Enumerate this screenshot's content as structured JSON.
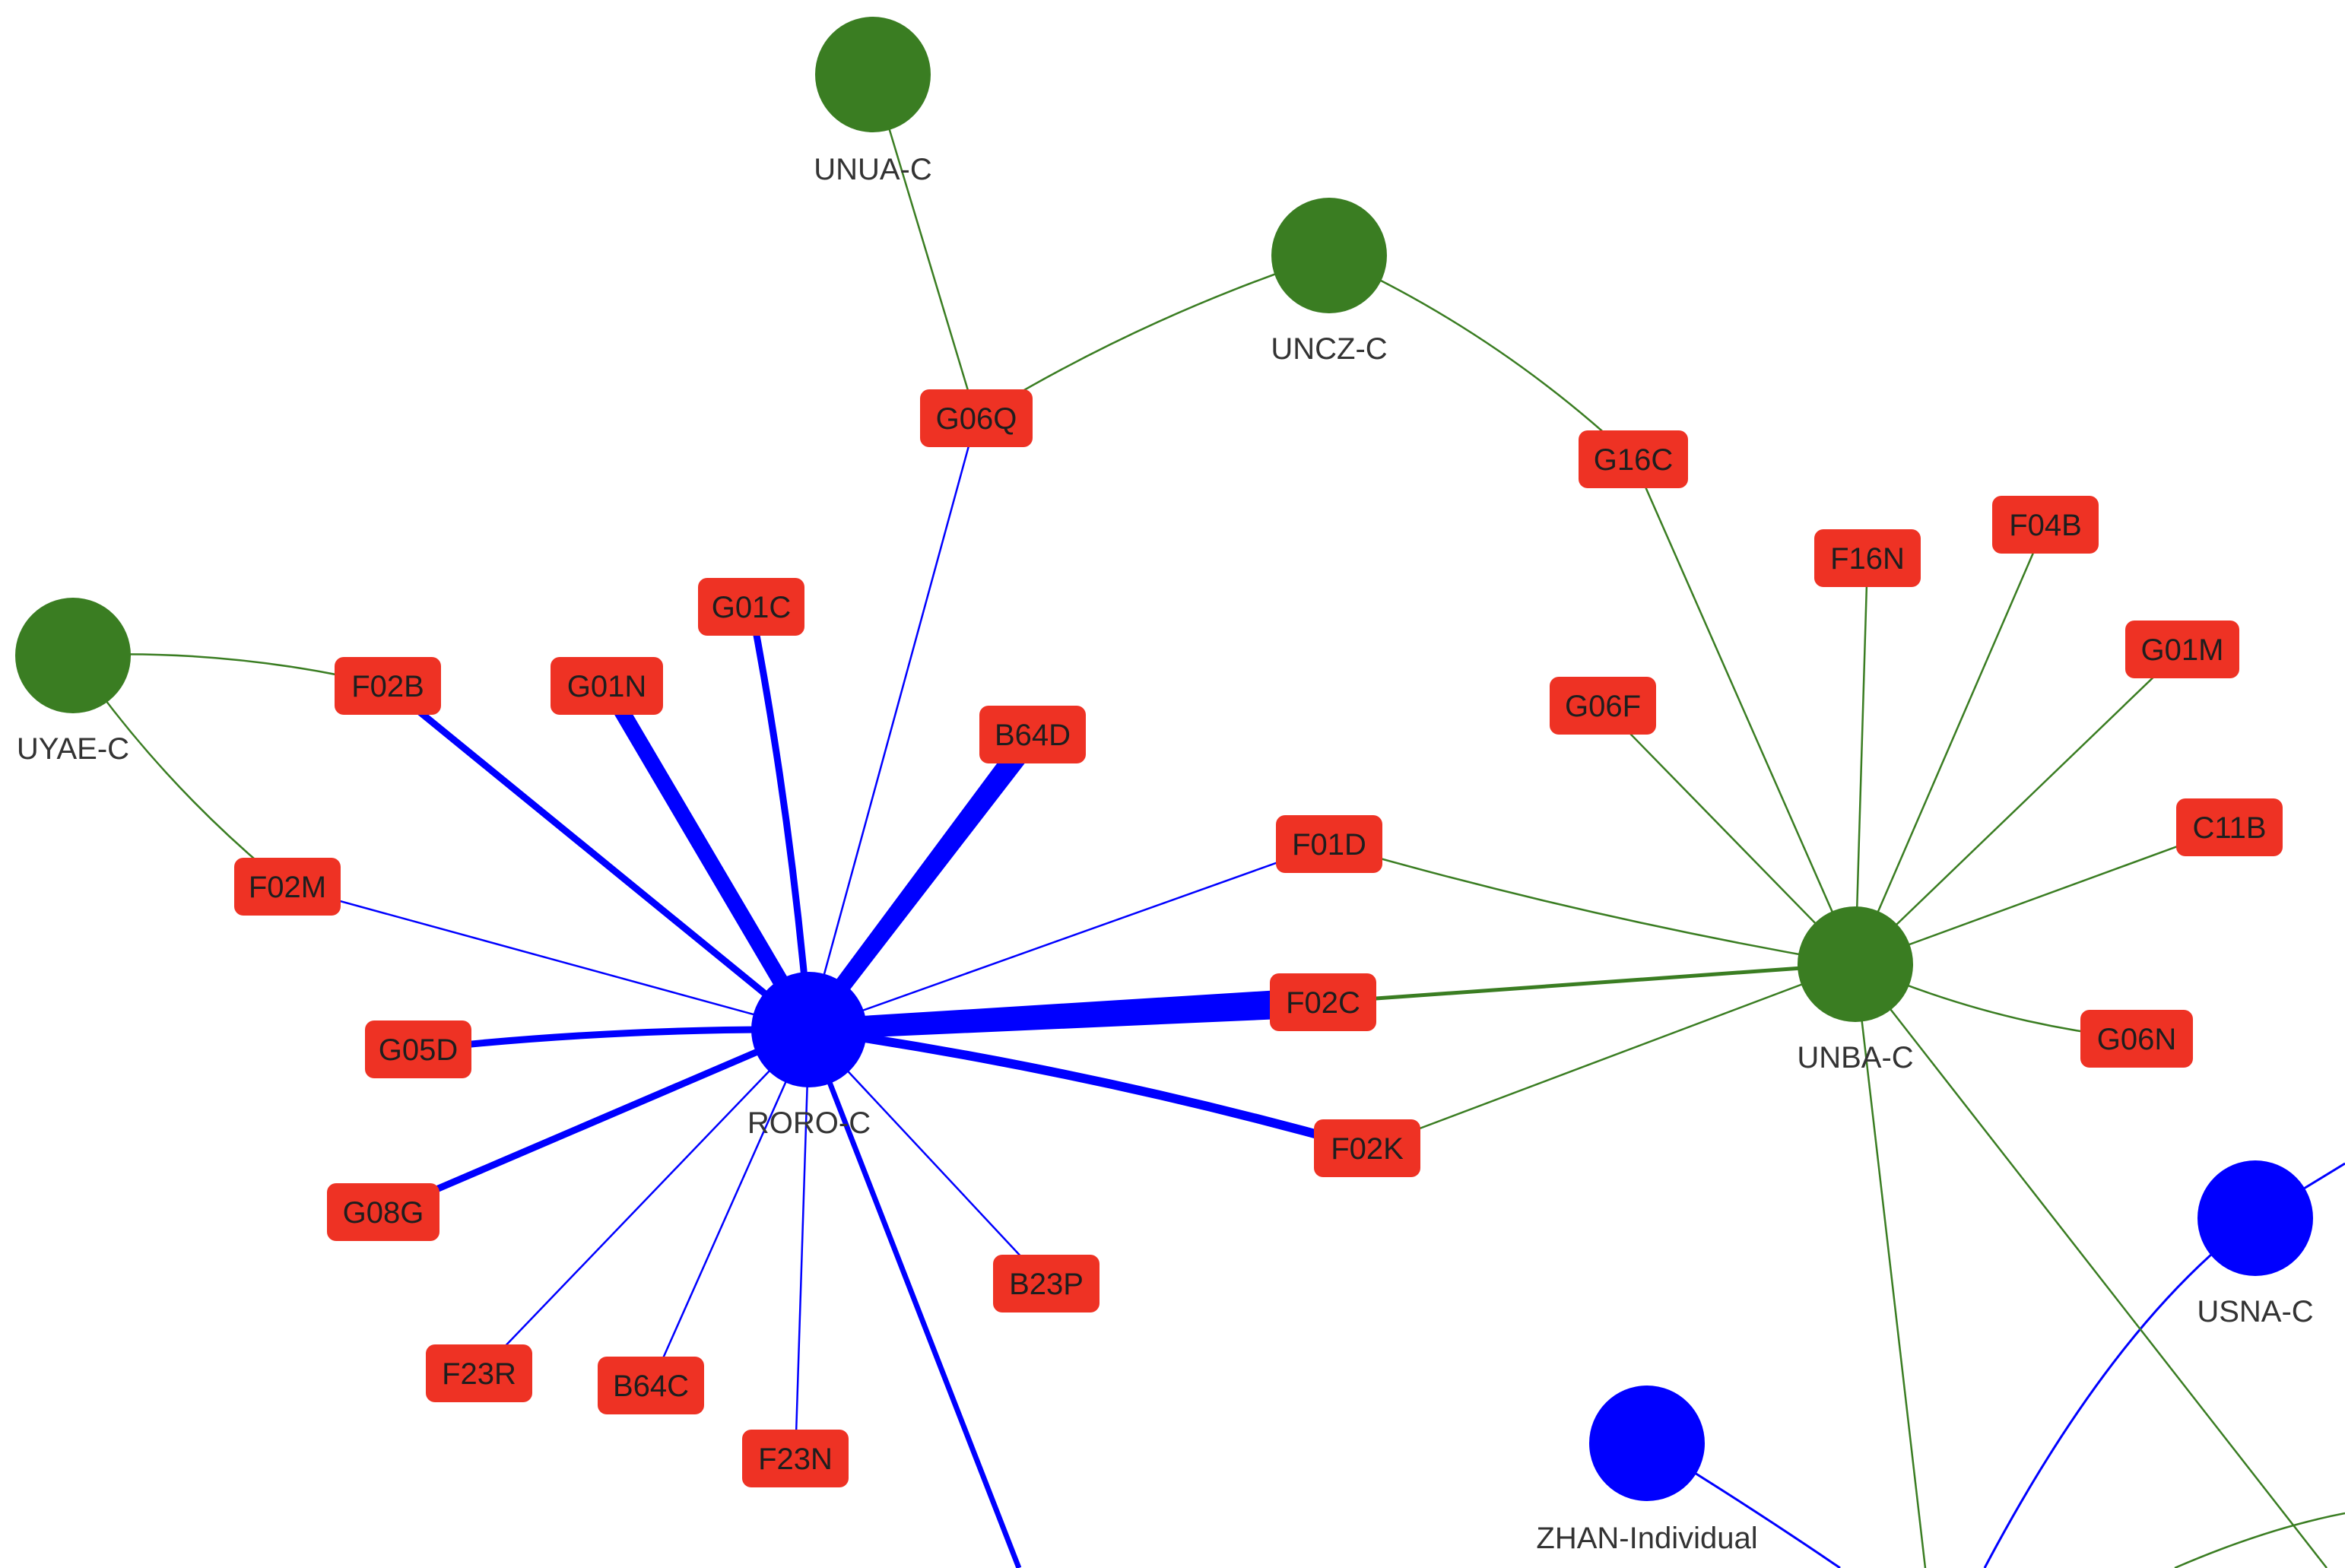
{
  "colors": {
    "company": "#3a7d22",
    "applicant": "#0000ff",
    "class_box": "#ee3224",
    "class_text": "#1e1e1e",
    "label_text": "#333333"
  },
  "nodes": [
    {
      "id": "UNUA-C",
      "label": "UNUA-C",
      "group": "company"
    },
    {
      "id": "UNCZ-C",
      "label": "UNCZ-C",
      "group": "company"
    },
    {
      "id": "UYAE-C",
      "label": "UYAE-C",
      "group": "company"
    },
    {
      "id": "RORO-C",
      "label": "RORO-C",
      "group": "applicant"
    },
    {
      "id": "UNBA-C",
      "label": "UNBA-C",
      "group": "company"
    },
    {
      "id": "USNA-C",
      "label": "USNA-C",
      "group": "applicant"
    },
    {
      "id": "ZHAN-Individual",
      "label": "ZHAN-Individual",
      "group": "applicant"
    }
  ],
  "classes": [
    {
      "id": "G06Q",
      "label": "G06Q"
    },
    {
      "id": "G16C",
      "label": "G16C"
    },
    {
      "id": "F16N",
      "label": "F16N"
    },
    {
      "id": "F04B",
      "label": "F04B"
    },
    {
      "id": "G01C",
      "label": "G01C"
    },
    {
      "id": "G01M",
      "label": "G01M"
    },
    {
      "id": "F02B",
      "label": "F02B"
    },
    {
      "id": "G01N",
      "label": "G01N"
    },
    {
      "id": "G06F",
      "label": "G06F"
    },
    {
      "id": "B64D",
      "label": "B64D"
    },
    {
      "id": "C11B",
      "label": "C11B"
    },
    {
      "id": "F01D",
      "label": "F01D"
    },
    {
      "id": "F02M",
      "label": "F02M"
    },
    {
      "id": "F02C",
      "label": "F02C"
    },
    {
      "id": "G06N",
      "label": "G06N"
    },
    {
      "id": "G05D",
      "label": "G05D"
    },
    {
      "id": "F02K",
      "label": "F02K"
    },
    {
      "id": "G08G",
      "label": "G08G"
    },
    {
      "id": "B23P",
      "label": "B23P"
    },
    {
      "id": "F23R",
      "label": "F23R"
    },
    {
      "id": "B64C",
      "label": "B64C"
    },
    {
      "id": "F23N",
      "label": "F23N"
    }
  ],
  "edges": [
    {
      "source": "RORO-C",
      "target": "B64D",
      "weight": 10
    },
    {
      "source": "RORO-C",
      "target": "G01N",
      "weight": 7
    },
    {
      "source": "RORO-C",
      "target": "F02C",
      "weight": 13
    },
    {
      "source": "RORO-C",
      "target": "F02K",
      "weight": 4
    },
    {
      "source": "RORO-C",
      "target": "F02B",
      "weight": 3
    },
    {
      "source": "RORO-C",
      "target": "G01C",
      "weight": 3
    },
    {
      "source": "RORO-C",
      "target": "G05D",
      "weight": 3
    },
    {
      "source": "RORO-C",
      "target": "G08G",
      "weight": 3
    },
    {
      "source": "RORO-C",
      "target": "G06Q",
      "weight": 1
    },
    {
      "source": "RORO-C",
      "target": "F02M",
      "weight": 1
    },
    {
      "source": "RORO-C",
      "target": "F01D",
      "weight": 1
    },
    {
      "source": "RORO-C",
      "target": "B23P",
      "weight": 1
    },
    {
      "source": "RORO-C",
      "target": "F23R",
      "weight": 1
    },
    {
      "source": "RORO-C",
      "target": "B64C",
      "weight": 1
    },
    {
      "source": "RORO-C",
      "target": "F23N",
      "weight": 1
    },
    {
      "source": "UNUA-C",
      "target": "G06Q",
      "weight": 1
    },
    {
      "source": "UNCZ-C",
      "target": "G06Q",
      "weight": 1
    },
    {
      "source": "UNCZ-C",
      "target": "G16C",
      "weight": 1
    },
    {
      "source": "UYAE-C",
      "target": "F02B",
      "weight": 1
    },
    {
      "source": "UYAE-C",
      "target": "F02M",
      "weight": 1
    },
    {
      "source": "UNBA-C",
      "target": "G16C",
      "weight": 1
    },
    {
      "source": "UNBA-C",
      "target": "F16N",
      "weight": 1
    },
    {
      "source": "UNBA-C",
      "target": "F04B",
      "weight": 1
    },
    {
      "source": "UNBA-C",
      "target": "G01M",
      "weight": 1
    },
    {
      "source": "UNBA-C",
      "target": "G06F",
      "weight": 1
    },
    {
      "source": "UNBA-C",
      "target": "C11B",
      "weight": 1
    },
    {
      "source": "UNBA-C",
      "target": "F01D",
      "weight": 1
    },
    {
      "source": "UNBA-C",
      "target": "F02C",
      "weight": 2
    },
    {
      "source": "UNBA-C",
      "target": "G06N",
      "weight": 1
    },
    {
      "source": "UNBA-C",
      "target": "F02K",
      "weight": 1
    }
  ]
}
